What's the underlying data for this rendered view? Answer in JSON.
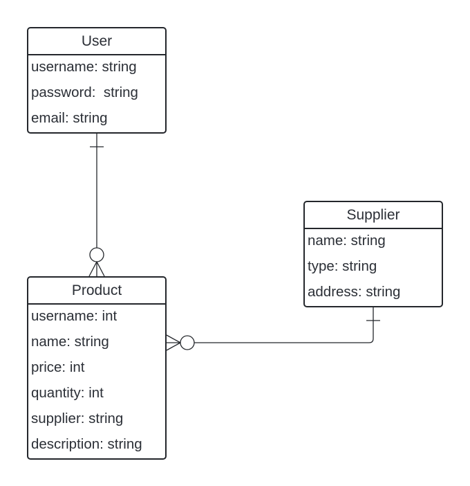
{
  "entities": {
    "user": {
      "name": "User",
      "attributes": [
        "username: string",
        "password:  string",
        "email: string"
      ]
    },
    "product": {
      "name": "Product",
      "attributes": [
        "username: int",
        "name: string",
        "price: int",
        "quantity: int",
        "supplier: string",
        "description: string"
      ]
    },
    "supplier": {
      "name": "Supplier",
      "attributes": [
        "name: string",
        "type: string",
        "address: string"
      ]
    }
  },
  "relationships": [
    {
      "from": "User",
      "from_cardinality": "one",
      "to": "Product",
      "to_cardinality": "zero-or-many"
    },
    {
      "from": "Supplier",
      "from_cardinality": "one",
      "to": "Product",
      "to_cardinality": "zero-or-many"
    }
  ],
  "colors": {
    "line": "#23262b",
    "text": "#2b2f36",
    "background": "#ffffff"
  }
}
